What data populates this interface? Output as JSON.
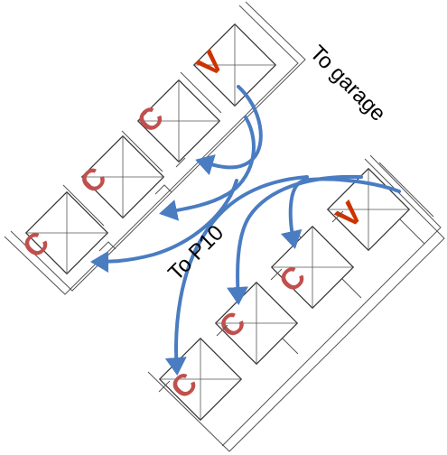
{
  "labels": {
    "top_right": "To garage",
    "middle": "To P10"
  },
  "marks": {
    "v": "V",
    "c": "C"
  },
  "colors": {
    "route": "#4a7cc1",
    "v_mark": "#cc3300",
    "c_mark": "#c0504d"
  }
}
